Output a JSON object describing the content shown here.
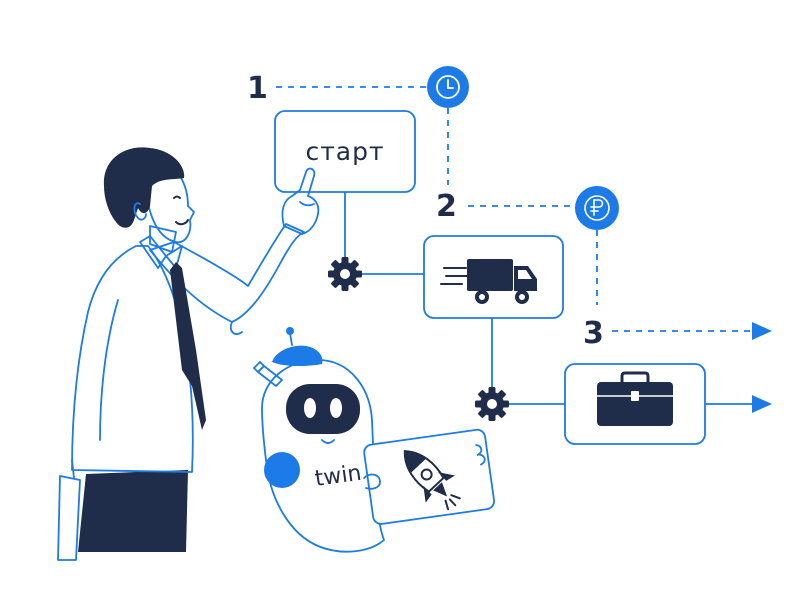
{
  "steps": {
    "one": "1",
    "two": "2",
    "three": "3"
  },
  "start_label": "старт",
  "robot_label": "twin",
  "icons": {
    "clock": "clock-icon",
    "ruble": "ruble-icon",
    "truck": "truck-icon",
    "briefcase": "briefcase-icon",
    "rocket": "rocket-icon",
    "gear": "gear-icon"
  },
  "colors": {
    "accent": "#1c7be6",
    "dark": "#1f2d4a",
    "background": "#ffffff"
  }
}
